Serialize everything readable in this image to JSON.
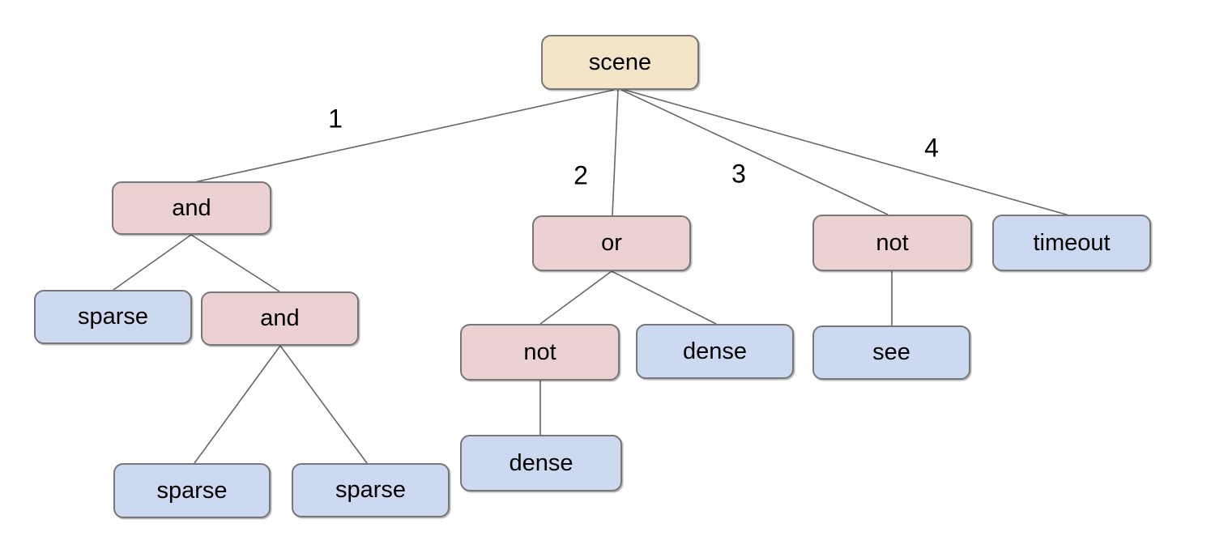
{
  "figure": {
    "type": "tree-diagram",
    "background": "#ffffff"
  },
  "palette": {
    "root_fill": "#f3e4c8",
    "operator_fill": "#ebd1d1",
    "leaf_fill": "#cdd9f0",
    "node_border": "#777777",
    "edge_line": "#666666",
    "text": "#000000"
  },
  "nodes": [
    {
      "id": "scene",
      "label": "scene",
      "kind": "root"
    },
    {
      "id": "and-1",
      "label": "and",
      "kind": "operator"
    },
    {
      "id": "or-1",
      "label": "or",
      "kind": "operator"
    },
    {
      "id": "not-1",
      "label": "not",
      "kind": "operator"
    },
    {
      "id": "timeout-1",
      "label": "timeout",
      "kind": "leaf"
    },
    {
      "id": "sparse-1",
      "label": "sparse",
      "kind": "leaf"
    },
    {
      "id": "and-2",
      "label": "and",
      "kind": "operator"
    },
    {
      "id": "not-2",
      "label": "not",
      "kind": "operator"
    },
    {
      "id": "dense-1",
      "label": "dense",
      "kind": "leaf"
    },
    {
      "id": "see-1",
      "label": "see",
      "kind": "leaf"
    },
    {
      "id": "sparse-2",
      "label": "sparse",
      "kind": "leaf"
    },
    {
      "id": "sparse-3",
      "label": "sparse",
      "kind": "leaf"
    },
    {
      "id": "dense-2",
      "label": "dense",
      "kind": "leaf"
    }
  ],
  "edges": [
    {
      "from": "scene",
      "to": "and-1",
      "label": "1"
    },
    {
      "from": "scene",
      "to": "or-1",
      "label": "2"
    },
    {
      "from": "scene",
      "to": "not-1",
      "label": "3"
    },
    {
      "from": "scene",
      "to": "timeout-1",
      "label": "4"
    },
    {
      "from": "and-1",
      "to": "sparse-1"
    },
    {
      "from": "and-1",
      "to": "and-2"
    },
    {
      "from": "and-2",
      "to": "sparse-2"
    },
    {
      "from": "and-2",
      "to": "sparse-3"
    },
    {
      "from": "or-1",
      "to": "not-2"
    },
    {
      "from": "or-1",
      "to": "dense-1"
    },
    {
      "from": "not-2",
      "to": "dense-2"
    },
    {
      "from": "not-1",
      "to": "see-1"
    }
  ]
}
